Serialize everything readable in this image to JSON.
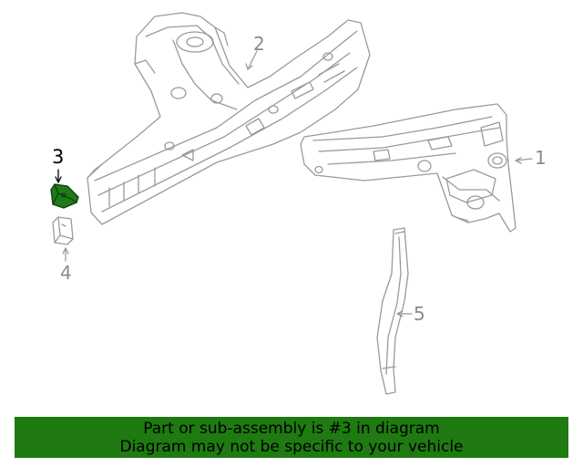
{
  "callouts": {
    "c1": "1",
    "c2": "2",
    "c3": "3",
    "c4": "4",
    "c5": "5"
  },
  "highlighted_part": "3",
  "colors": {
    "highlight_fill": "#1f7a1a",
    "line": "#9a9a9a",
    "banner_bg": "#1e7a11",
    "active_label": "#000000"
  },
  "banner": {
    "line1": "Part or sub-assembly is #3 in diagram",
    "line2": "Diagram may not be specific to your vehicle"
  }
}
